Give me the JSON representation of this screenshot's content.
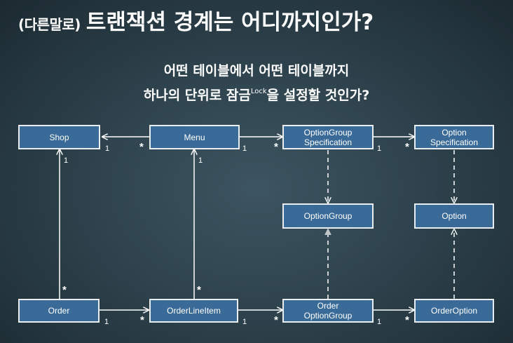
{
  "title": {
    "prefix": "(다른말로)",
    "main": "트랜잭션 경계는 어디까지인가?"
  },
  "subtitle": {
    "line1": "어떤 테이블에서 어떤 테이블까지",
    "line2_before": "하나의 단위로 잠금",
    "line2_sup": "Lock",
    "line2_after": "을 설정할 것인가?"
  },
  "boxes": {
    "shop": [
      "Shop"
    ],
    "menu": [
      "Menu"
    ],
    "option_group_spec": [
      "OptionGroup",
      "Specification"
    ],
    "option_spec": [
      "Option",
      "Specification"
    ],
    "option_group": [
      "OptionGroup"
    ],
    "option": [
      "Option"
    ],
    "order": [
      "Order"
    ],
    "order_line_item": [
      "OrderLineItem"
    ],
    "order_option_group": [
      "Order",
      "OptionGroup"
    ],
    "order_option": [
      "OrderOption"
    ]
  },
  "multiplicities": {
    "one": "1",
    "many": "*"
  },
  "colors": {
    "box_fill": "#3a6a97",
    "box_border": "#e9eef3",
    "line": "#ffffff"
  }
}
